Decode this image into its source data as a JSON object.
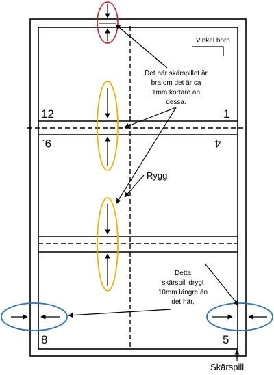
{
  "page_numbers": {
    "top_left": "12",
    "top_right": "1",
    "upside_left": "9.",
    "upside_right": "4",
    "bottom_left": "8",
    "bottom_right": "5"
  },
  "labels": {
    "corner": "Vinkel hörn",
    "spine": "Rygg",
    "bleed": "Skärspill"
  },
  "note_top": [
    "Det här skärspillet är",
    "bra om det är ca",
    "1mm kortare än",
    "dessa."
  ],
  "note_bottom": [
    "Detta",
    "skärspill drygt",
    "10mm längre än",
    "det här."
  ],
  "colors": {
    "red": "#c0202a",
    "gold": "#f0b400",
    "blue": "#2e75b6",
    "line": "#000000"
  },
  "icons": {
    "bleed_marker": "double-arrow-icon",
    "pointer": "arrow-icon"
  }
}
